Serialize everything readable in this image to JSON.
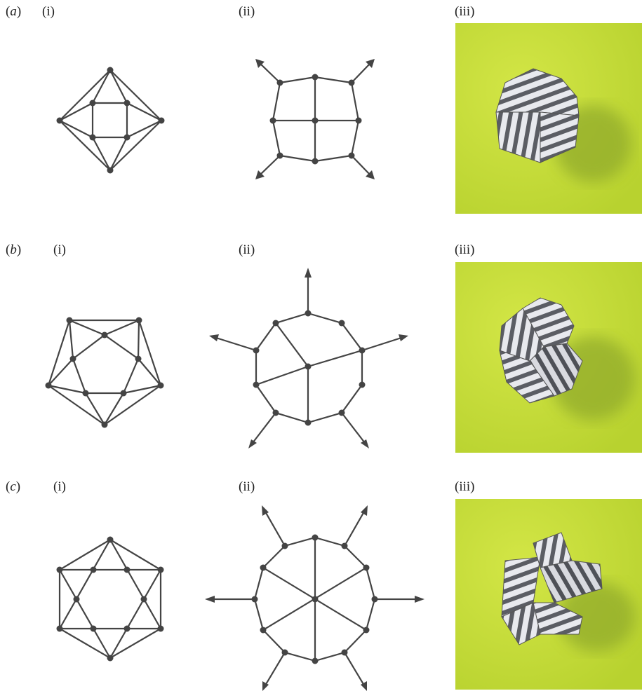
{
  "panels": [
    {
      "id": "a",
      "label": "a",
      "sub": [
        "(i)",
        "(ii)",
        "(iii)"
      ]
    },
    {
      "id": "b",
      "label": "b",
      "sub": [
        "(i)",
        "(ii)",
        "(iii)"
      ]
    },
    {
      "id": "c",
      "label": "c",
      "sub": [
        "(i)",
        "(ii)",
        "(iii)"
      ]
    }
  ],
  "colors": {
    "line": "#444444",
    "background_photo": "#c6dd3a",
    "paper_light": "#e9eaee",
    "paper_dark": "#5d5f66"
  }
}
